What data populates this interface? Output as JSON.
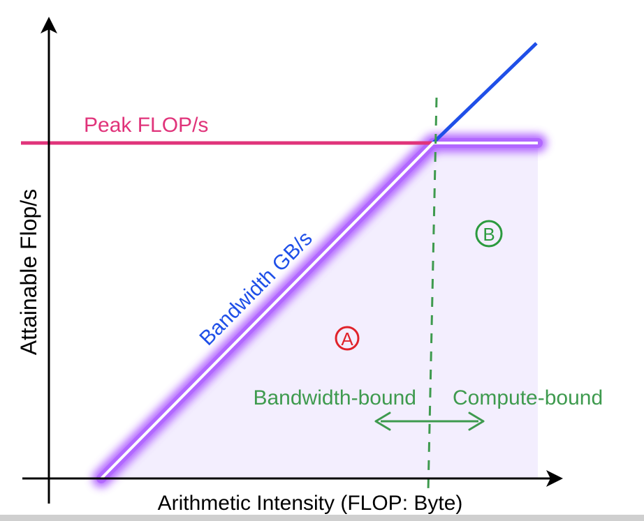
{
  "diagram": {
    "y_axis_label": "Attainable Flop/s",
    "x_axis_label": "Arithmetic Intensity (FLOP: Byte)",
    "peak_label": "Peak FLOP/s",
    "bandwidth_label": "Bandwidth GB/s",
    "region_a_marker": "A",
    "region_b_marker": "B",
    "bandwidth_bound_label": "Bandwidth-bound",
    "compute_bound_label": "Compute-bound"
  },
  "colors": {
    "axis": "#000000",
    "peak_line": "#e0337a",
    "bandwidth_line": "#1f4fe8",
    "roofline": "#ffffff",
    "roofline_glow": "#a64dff",
    "region_fill": "#f3eefe",
    "ridge_divider": "#3e9a4e",
    "region_a_marker": "#e0222a",
    "region_b_marker": "#2b9a3e",
    "bound_labels": "#3e9a4e"
  }
}
